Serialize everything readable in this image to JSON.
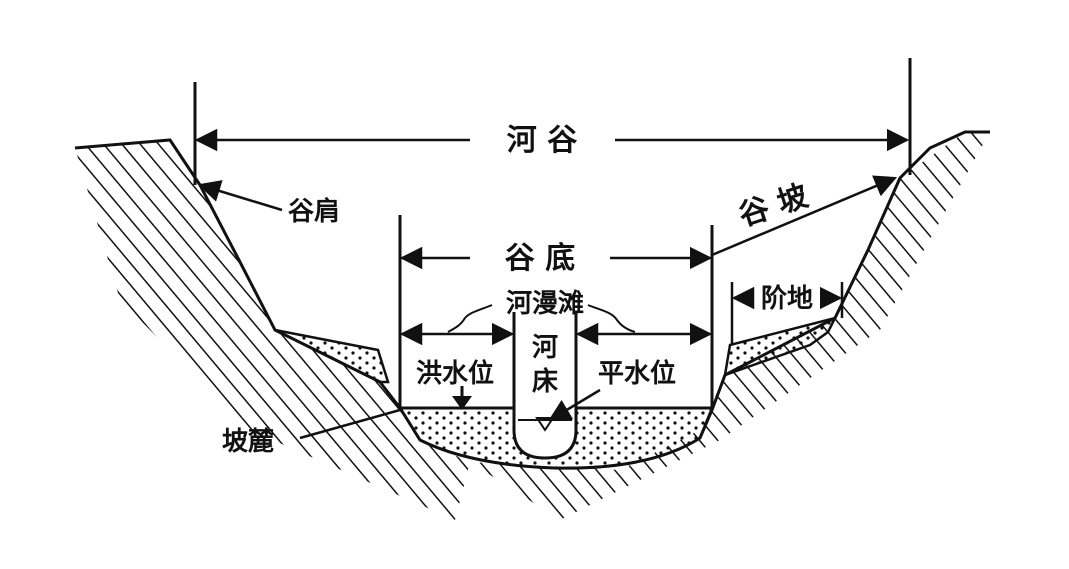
{
  "diagram": {
    "labels": {
      "valley": "河 谷",
      "valley_shoulder": "谷肩",
      "valley_slope": "谷 坡",
      "valley_floor": "谷 底",
      "floodplain": "河漫滩",
      "terrace": "阶地",
      "channel_1": "河",
      "channel_2": "床",
      "flood_level": "洪水位",
      "normal_level": "平水位",
      "slope_foot": "坡麓"
    },
    "colors": {
      "ink": "#111111",
      "background": "#ffffff"
    }
  }
}
